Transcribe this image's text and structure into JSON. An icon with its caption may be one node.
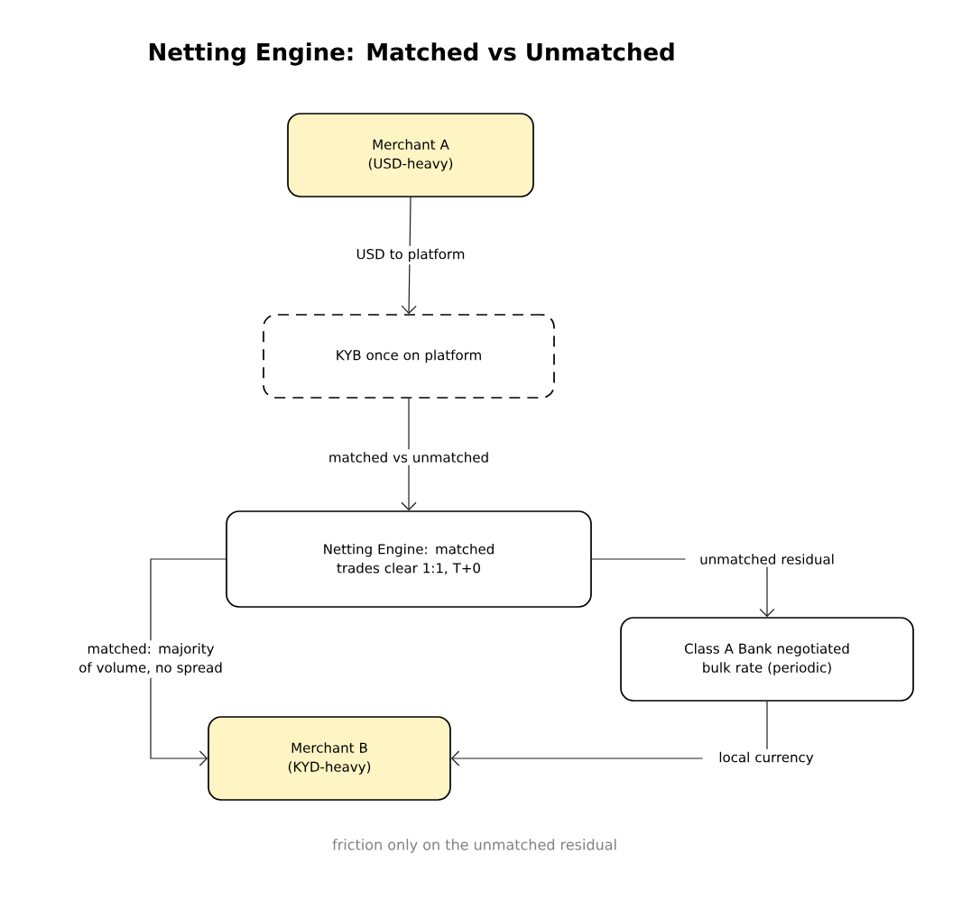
{
  "diagram": {
    "title": "Netting Engine: Matched vs Unmatched",
    "caption": "friction only on the unmatched residual",
    "nodes": [
      {
        "text": [
          "Merchant A (USD-heavy)"
        ]
      },
      {
        "text": [
          "KYB once on platform"
        ]
      },
      {
        "text": [
          "Netting Engine: matched trades clear 1:1, T+0"
        ]
      },
      {
        "text": [
          "Class A Bank negotiated bulk rate (periodic)"
        ]
      },
      {
        "text": [
          "Merchant B (KYD-heavy)"
        ]
      }
    ],
    "edges": [
      {
        "from": 0,
        "to": 1,
        "arrow": "to",
        "label": "USD to platform"
      },
      {
        "from": 1,
        "to": 2,
        "arrow": "to",
        "label": "matched vs unmatched"
      },
      {
        "from": 2,
        "to": 3,
        "arrow": "to",
        "label": "unmatched residual"
      },
      {
        "from": 2,
        "to": 4,
        "arrow": "to",
        "label": "matched: majority of volume, no spread"
      },
      {
        "from": 3,
        "to": 4,
        "arrow": "to",
        "label": "local currency"
      }
    ]
  }
}
